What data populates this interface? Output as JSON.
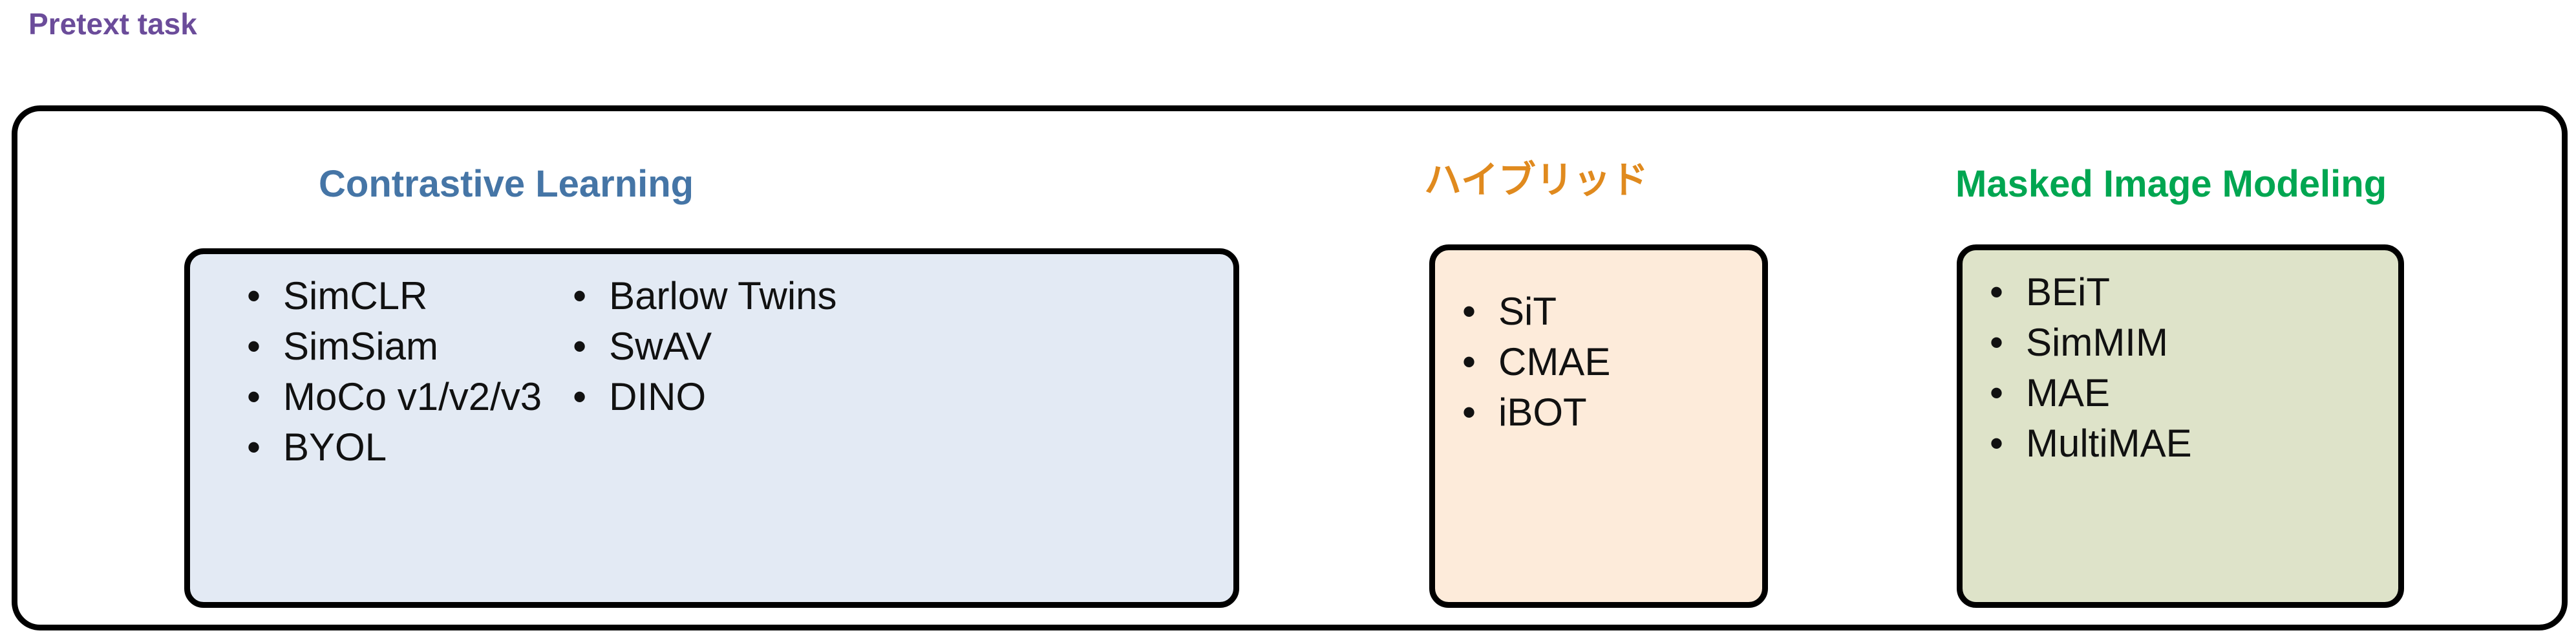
{
  "section": {
    "title": "Pretext task",
    "title_color": "#6B4C9A"
  },
  "categories": [
    {
      "id": "contrastive-learning",
      "heading": "Contrastive Learning",
      "heading_color": "#4575A6",
      "card_fill": "#E3EAF4",
      "bullet": "•",
      "columns": [
        {
          "items": [
            "SimCLR",
            "SimSiam",
            "MoCo v1/v2/v3",
            "BYOL"
          ]
        },
        {
          "items": [
            "Barlow Twins",
            "SwAV",
            "DINO"
          ]
        }
      ]
    },
    {
      "id": "hybrid",
      "heading": "ハイブリッド",
      "heading_color": "#E08A1E",
      "card_fill": "#FDEBDA",
      "bullet": "•",
      "columns": [
        {
          "items": [
            "SiT",
            "CMAE",
            "iBOT"
          ]
        }
      ]
    },
    {
      "id": "masked-image-modeling",
      "heading": "Masked Image Modeling",
      "heading_color": "#00A651",
      "card_fill": "#DEE3C9",
      "bullet": "•",
      "columns": [
        {
          "items": [
            "BEiT",
            "SimMIM",
            "MAE",
            "MultiMAE"
          ]
        }
      ]
    }
  ]
}
